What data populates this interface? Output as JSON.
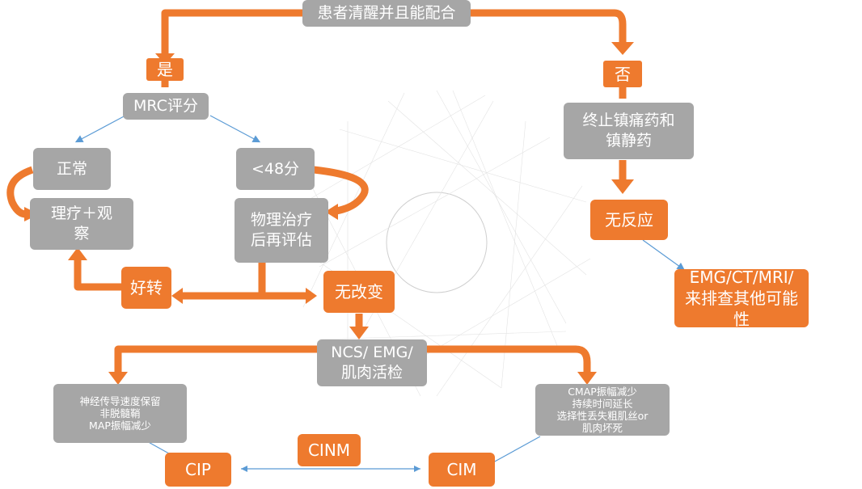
{
  "nodes": {
    "top": "患者清醒并且能配合",
    "yes": "是",
    "no": "否",
    "mrc": "MRC评分",
    "normal": "正常",
    "lt48": "<48分",
    "observe": "理疗＋观\n察",
    "pt": "物理治疗\n后再评估",
    "better": "好转",
    "nochange": "无改变",
    "stop": "终止镇痛药和\n镇静药",
    "noresp": "无反应",
    "emg": "EMG/CT/MRI/\n来排查其他可能\n性",
    "ncs": "NCS/ EMG/\n肌肉活检",
    "left_desc": "神经传导速度保留\n非脱髓鞘\nMAP振幅减少",
    "right_desc": "CMAP振幅减少\n持续时间延长\n选择性丢失粗肌丝or\n肌肉坏死",
    "cip": "CIP",
    "cinm": "CINM",
    "cim": "CIM"
  },
  "colors": {
    "orange": "#ee7a2e",
    "gray": "#a6a6a6",
    "blue_line": "#5b9bd5",
    "text": "#ffffff"
  }
}
